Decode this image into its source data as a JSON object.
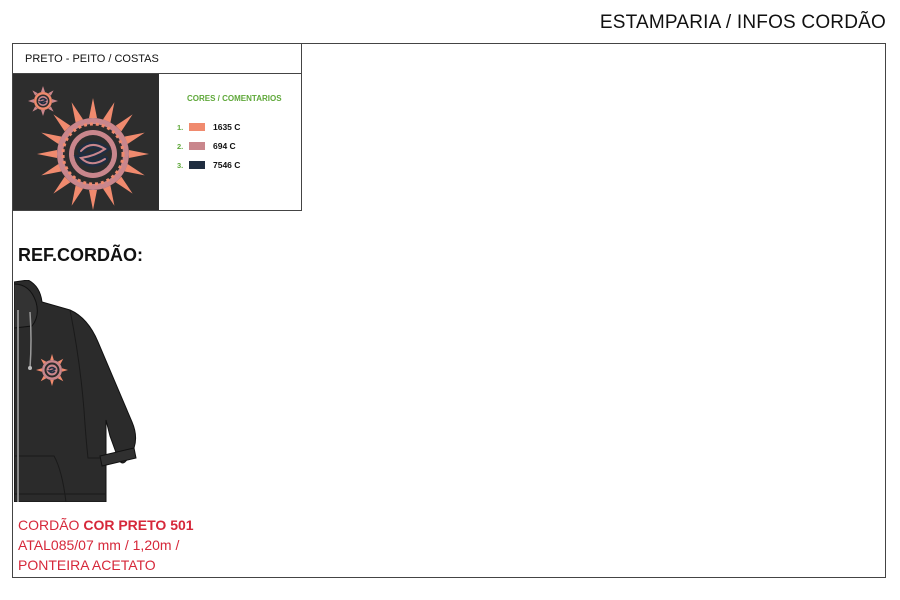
{
  "header": {
    "title": "ESTAMPARIA / INFOS CORDÃO"
  },
  "artwork": {
    "placement_label": "PRETO - PEITO / COSTAS",
    "background_color": "#2d2d2d",
    "colors_title": "CORES / COMENTARIOS",
    "colors": [
      {
        "num": "1.",
        "hex": "#f08a6e",
        "code": "1635 C"
      },
      {
        "num": "2.",
        "hex": "#c9868c",
        "code": "694 C"
      },
      {
        "num": "3.",
        "hex": "#1f2d40",
        "code": "7546 C"
      }
    ]
  },
  "reference": {
    "title": "REF.CORDÃO:",
    "line1_prefix": "CORDÃO ",
    "line1_bold": "COR PRETO 501",
    "line2": "ATAL085/07 mm / 1,20m /",
    "line3": "PONTEIRA ACETATO",
    "accent_color": "#d6283a"
  }
}
